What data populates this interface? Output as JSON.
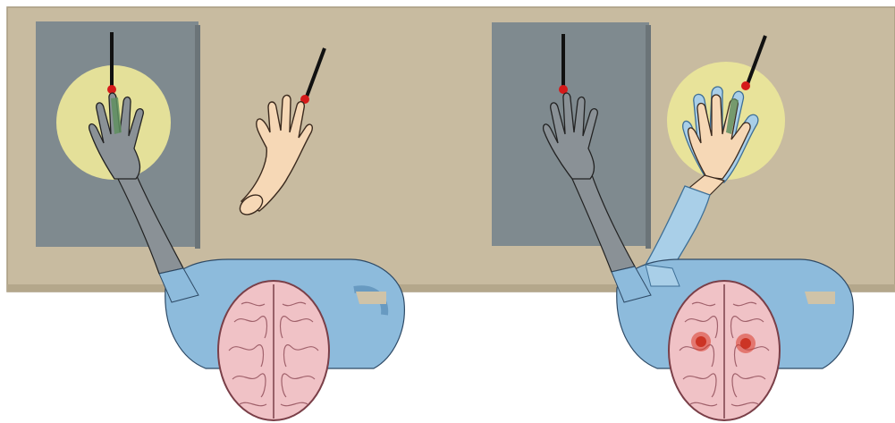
{
  "figure": {
    "panels": [
      {
        "id": "left",
        "brain_activation": false,
        "visual_hand": "displaced"
      },
      {
        "id": "right",
        "brain_activation": true,
        "visual_hand": "overlaid"
      }
    ]
  },
  "colors": {
    "table": "#c8bba0",
    "table_edge": "#b7aa8f",
    "mirror": "#7f8a8f",
    "highlight": "#eae59a",
    "skin": "#f6d8b6",
    "shirt": "#8dbbdc",
    "shirt_dark": "#5f92ba",
    "sleeve_light": "#a9cfe8",
    "brain": "#f0c2c6",
    "brain_line": "#a0616b",
    "activation": "#d83a2a",
    "pointer": "#111111",
    "target_dot": "#d51a1a",
    "finger_green": "#5f8f60"
  }
}
